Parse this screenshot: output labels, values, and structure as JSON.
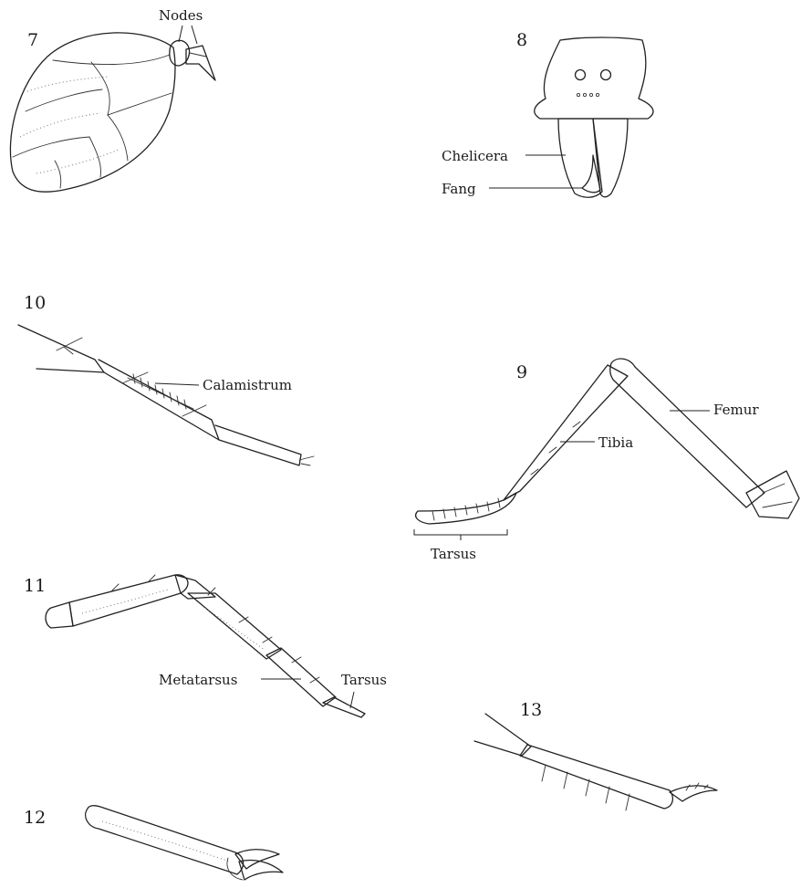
{
  "figures": {
    "fig7": {
      "number": "7",
      "labels": {
        "nodes": "Nodes"
      }
    },
    "fig8": {
      "number": "8",
      "labels": {
        "chelicera": "Chelicera",
        "fang": "Fang"
      }
    },
    "fig9": {
      "number": "9",
      "labels": {
        "femur": "Femur",
        "tibia": "Tibia",
        "tarsus": "Tarsus"
      }
    },
    "fig10": {
      "number": "10",
      "labels": {
        "calamistrum": "Calamistrum"
      }
    },
    "fig11": {
      "number": "11",
      "labels": {
        "metatarsus": "Metatarsus",
        "tarsus": "Tarsus"
      }
    },
    "fig12": {
      "number": "12"
    },
    "fig13": {
      "number": "13"
    }
  }
}
